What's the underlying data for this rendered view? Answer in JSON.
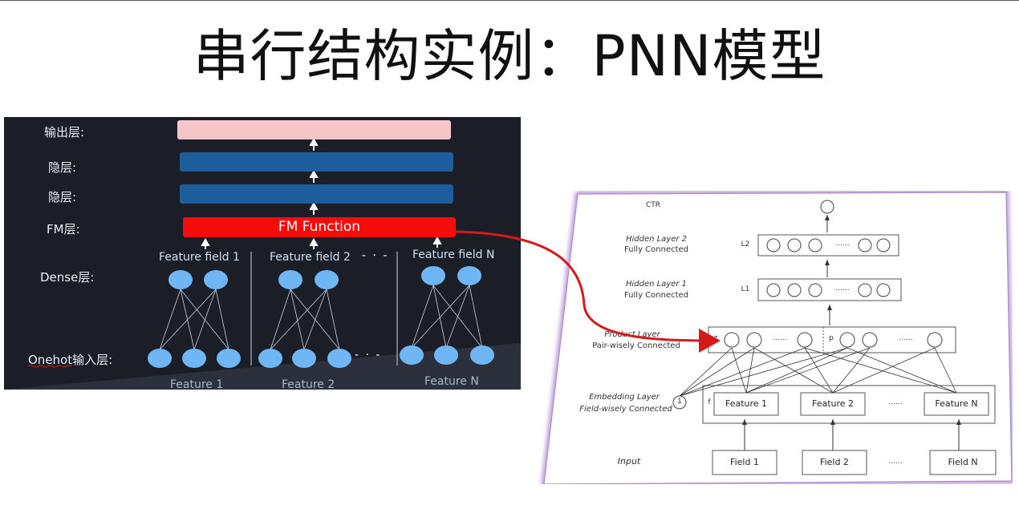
{
  "title": "串行结构实例：PNN模型",
  "left": {
    "layers": {
      "output": "输出层:",
      "hidden1": "隐层:",
      "hidden2": "隐层:",
      "fm": "FM层:",
      "dense": "Dense层:",
      "onehot": "Onehot输入层:"
    },
    "fm_function": "FM Function",
    "feature_fields": [
      "Feature field 1",
      "Feature field 2",
      "Feature field N"
    ],
    "dots": "- · -",
    "features": [
      "Feature 1",
      "Feature 2",
      "Feature N"
    ]
  },
  "right": {
    "ctr": "CTR",
    "hidden2": [
      "Hidden Layer 2",
      "Fully Connected"
    ],
    "hidden1": [
      "Hidden Layer 1",
      "Fully Connected"
    ],
    "product": [
      "Product Layer",
      "Pair-wisely Connected"
    ],
    "embedding": [
      "Embedding Layer",
      "Field-wisely Connected"
    ],
    "input": "Input",
    "l2": "L2",
    "l1": "L1",
    "z": "z",
    "p": "p",
    "f": "f",
    "one": "1",
    "ellipsis": "......",
    "features": [
      "Feature 1",
      "Feature 2",
      "Feature N"
    ],
    "fields": [
      "Field 1",
      "Field 2",
      "Field N"
    ]
  },
  "colors": {
    "output_bar": "#f4c6c7",
    "hidden_bar": "#1e5d9b",
    "fm_bar": "#f70c0c",
    "node": "#6fb6f5",
    "arrow": "#d41a1a",
    "frame_glow": "#b38ad8"
  }
}
